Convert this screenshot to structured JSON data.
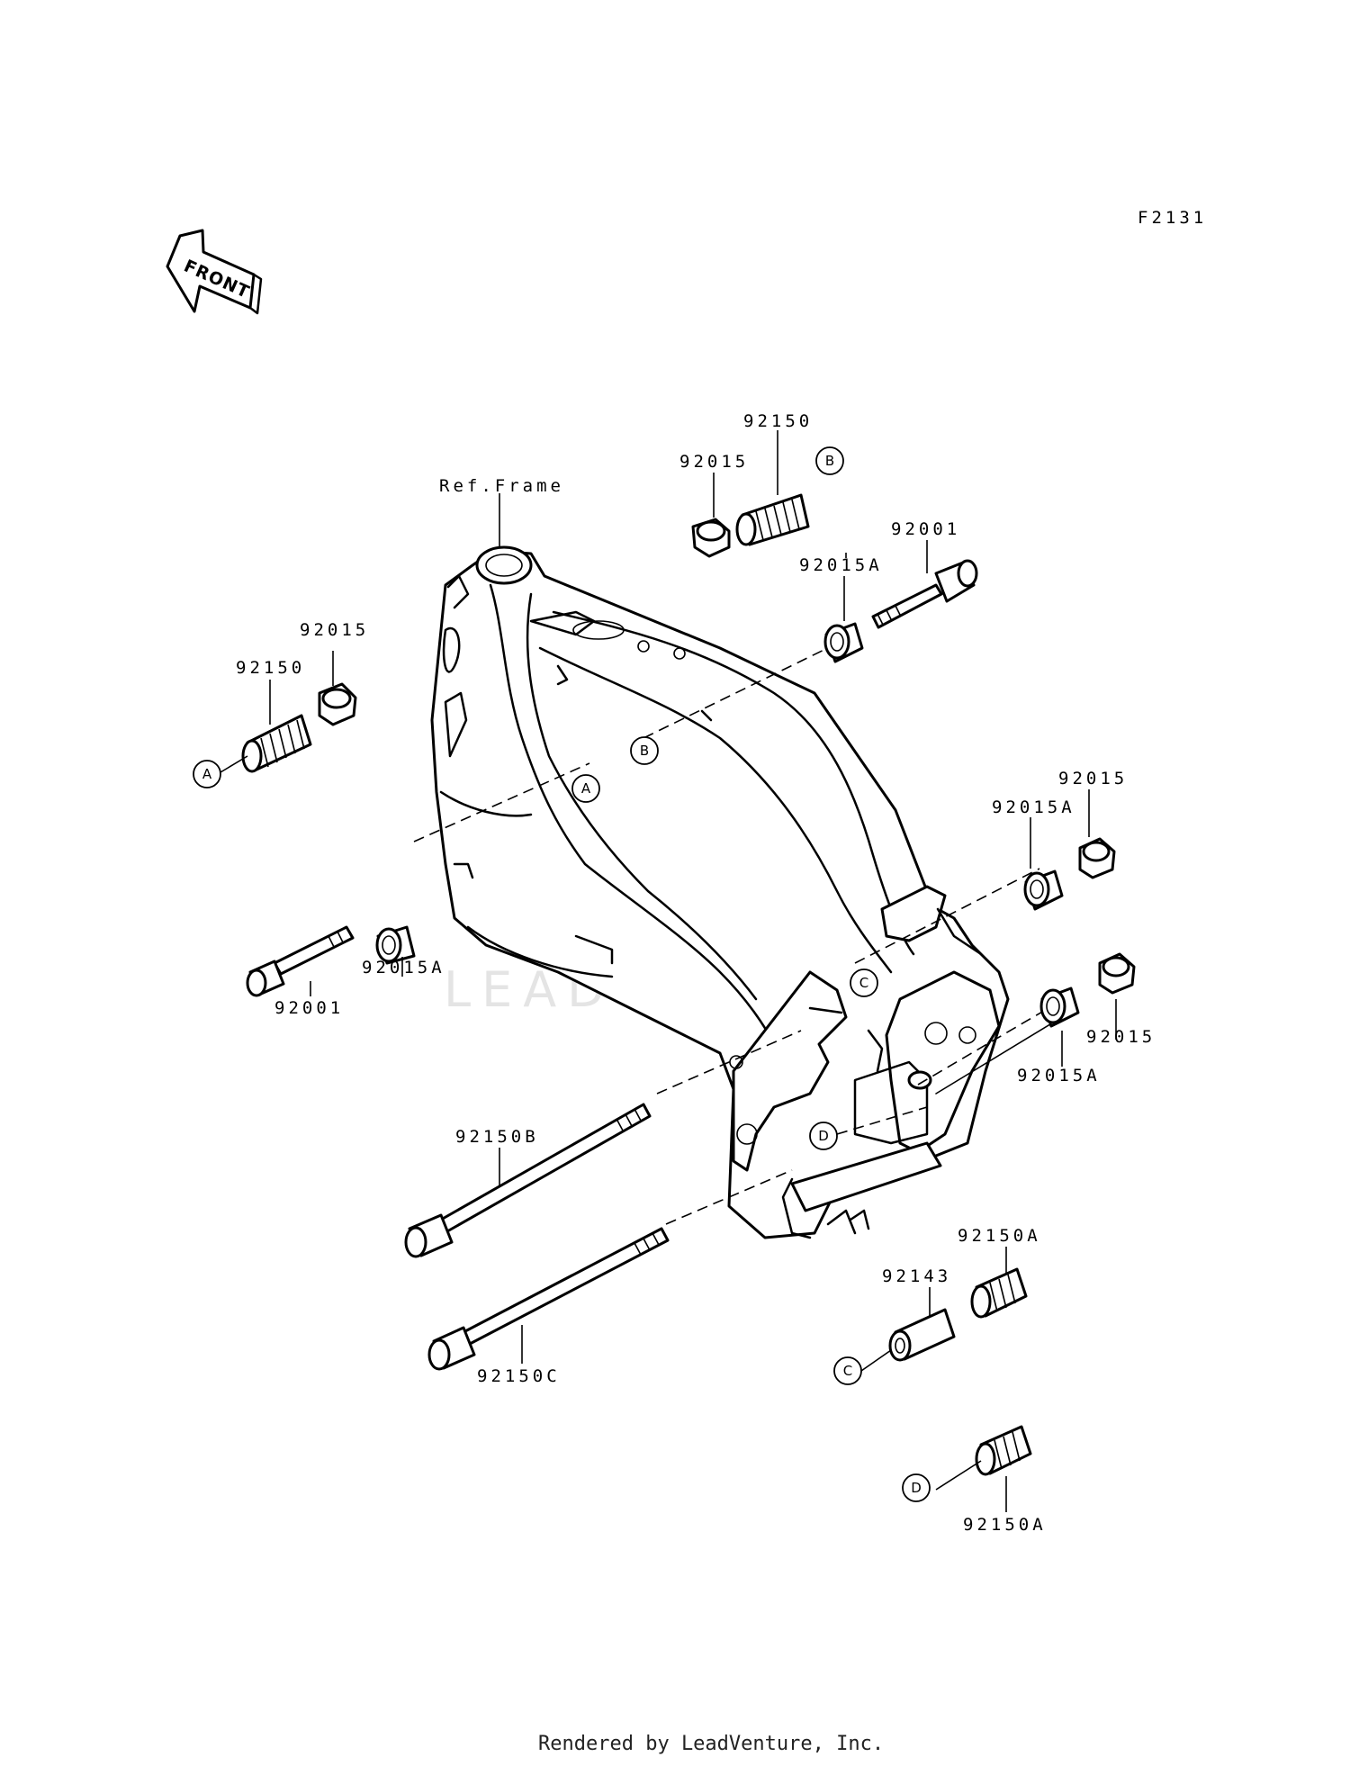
{
  "diagram_code": "F2131",
  "front_arrow_label": "FRONT",
  "reference_label": "Ref.Frame",
  "watermark": "LEADVENTURE",
  "footer": "Rendered by LeadVenture, Inc.",
  "callouts": {
    "c1": "92150",
    "c2": "92015",
    "c3": "92001",
    "c4": "92015A",
    "c5": "92015",
    "c6": "92150",
    "c7": "92015",
    "c8": "92015A",
    "c9": "92015A",
    "c10": "92001",
    "c11": "92015",
    "c12": "92015A",
    "c13": "92150B",
    "c14": "92150C",
    "c15": "92143",
    "c16": "92150A",
    "c17": "92150A"
  },
  "reference_markers": [
    "A",
    "B",
    "C",
    "D"
  ]
}
